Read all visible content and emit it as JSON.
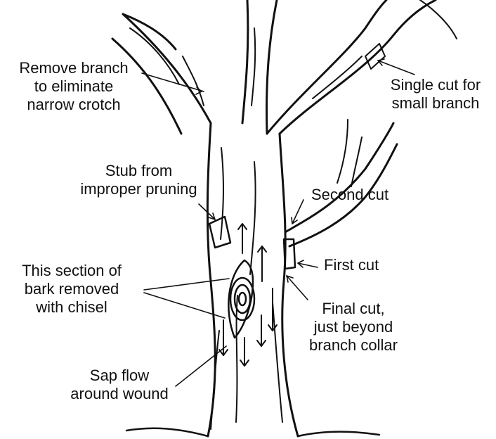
{
  "labels": {
    "remove_branch": [
      "Remove branch",
      "to eliminate",
      "narrow crotch"
    ],
    "single_cut": [
      "Single cut for",
      "small branch"
    ],
    "stub": [
      "Stub from",
      "improper pruning"
    ],
    "second_cut": [
      "Second cut"
    ],
    "first_cut": [
      "First cut"
    ],
    "bark_removed": [
      "This section of",
      "bark removed",
      "with chisel"
    ],
    "final_cut": [
      "Final cut,",
      "just beyond",
      "branch collar"
    ],
    "sap_flow": [
      "Sap flow",
      "around wound"
    ]
  },
  "colors": {
    "ink": "#111111",
    "background": "#ffffff"
  }
}
